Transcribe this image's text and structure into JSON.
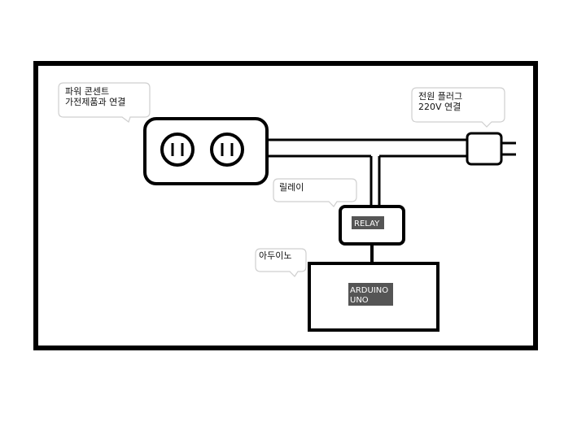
{
  "callouts": {
    "power_strip": {
      "line1": "파워 콘센트",
      "line2": "가전제품과 연결"
    },
    "plug": {
      "line1": "전원 플러그",
      "line2": "220V 연결"
    },
    "relay": {
      "line1": "릴레이"
    },
    "arduino": {
      "line1": "아두이노"
    }
  },
  "components": {
    "relay_label": "RELAY",
    "arduino_line1": "ARDUINO",
    "arduino_line2": "UNO"
  },
  "colors": {
    "stroke": "#000000",
    "label_fill": "#555555",
    "callout_border": "#cfcfcf"
  }
}
